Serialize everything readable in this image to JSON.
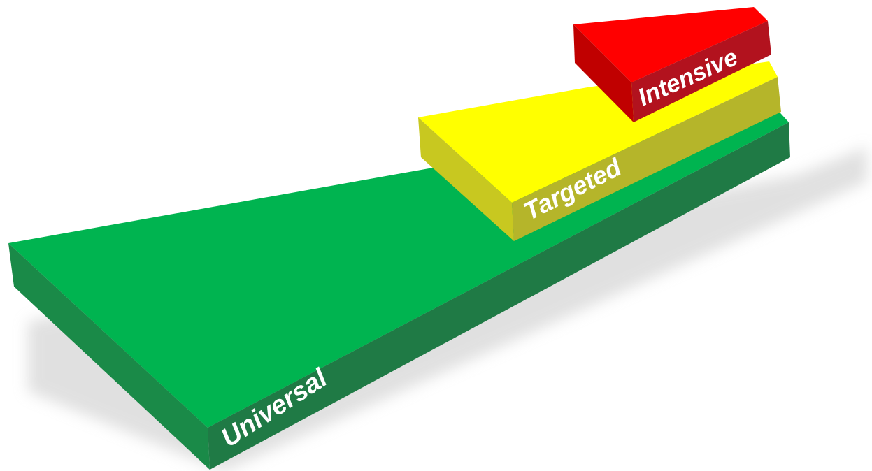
{
  "diagram": {
    "tiers": [
      {
        "id": "universal",
        "label": "Universal",
        "top_color": "#00b450",
        "side_color": "#1f7a45",
        "front_color": "#1a8a48"
      },
      {
        "id": "targeted",
        "label": "Targeted",
        "top_color": "#ffff00",
        "side_color": "#b5b52a",
        "front_color": "#c8c820"
      },
      {
        "id": "intensive",
        "label": "Intensive",
        "top_color": "#ff0000",
        "side_color": "#b2121e",
        "front_color": "#c00000"
      }
    ]
  }
}
